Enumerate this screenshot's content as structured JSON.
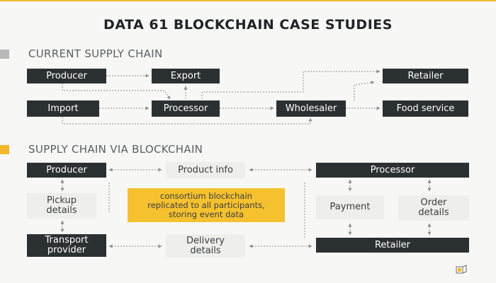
{
  "title": "DATA 61 BLOCKCHAIN CASE STUDIES",
  "current": {
    "section_title": "CURRENT SUPPLY  CHAIN",
    "marker_color": "#b8b8b8",
    "producer": "Producer",
    "export": "Export",
    "retailer": "Retailer",
    "import": "Import",
    "processor": "Processor",
    "wholesaler": "Wholesaler",
    "food_service": "Food service"
  },
  "blockchain": {
    "section_title": "SUPPLY CHAIN VIA BLOCKCHAIN",
    "marker_color": "#f1b82d",
    "producer": "Producer",
    "product_info": "Product info",
    "processor": "Processor",
    "pickup_line1": "Pickup",
    "pickup_line2": "details",
    "consortium_line1": "consortium blockchain",
    "consortium_line2": "replicated to all participants,",
    "consortium_line3": "storing event data",
    "payment": "Payment",
    "order_line1": "Order",
    "order_line2": "details",
    "transport_line1": "Transport",
    "transport_line2": "provider",
    "delivery_line1": "Delivery",
    "delivery_line2": "details",
    "retailer": "Retailer"
  },
  "colors": {
    "dark_box": "#2b3033",
    "light_box": "#eeeeeb",
    "accent": "#f6c12e"
  },
  "logo_icon": "data61-logo-icon"
}
